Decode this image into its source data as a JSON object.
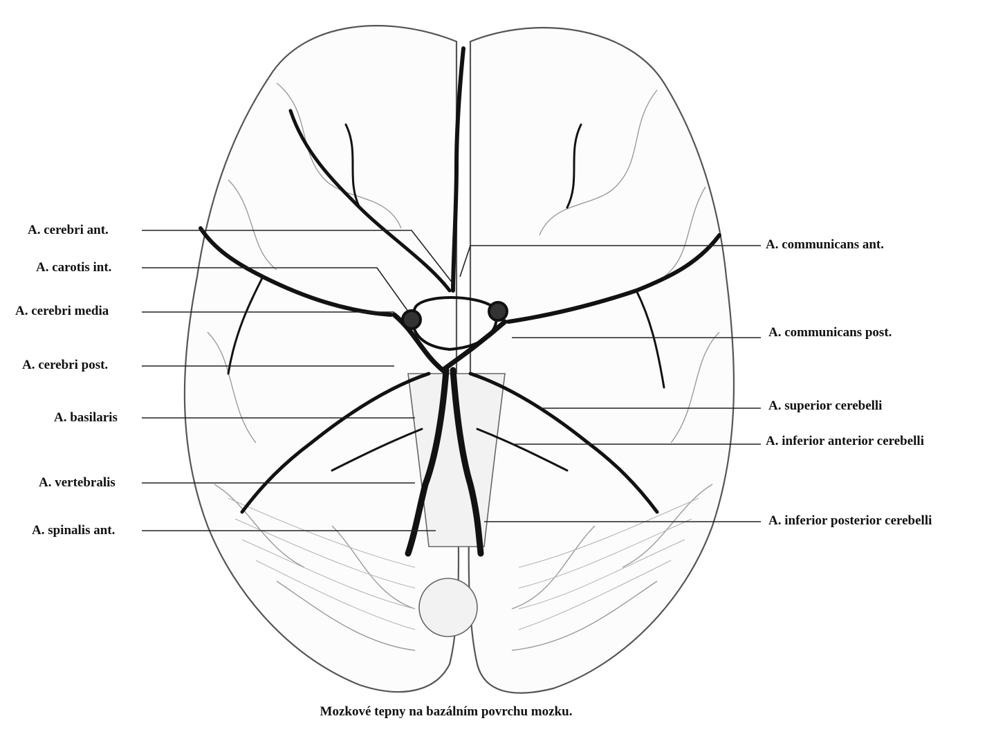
{
  "labels_left": [
    "A. cerebri ant.",
    "A. carotis int.",
    "A. cerebri media",
    "A. cerebri post.",
    "A. basilaris",
    "A. vertebralis",
    "A. spinalis ant."
  ],
  "labels_right": [
    "A. communicans ant.",
    "A. communicans post.",
    "A. superior cerebelli",
    "A. inferior anterior cerebelli",
    "A. inferior posterior cerebelli"
  ],
  "caption": "Mozkové tepny na bazálním povrchu mozku.",
  "colors": {
    "ink": "#111111",
    "line": "#222222",
    "tissue": "#fbfbfb",
    "vessel": "#121212"
  }
}
